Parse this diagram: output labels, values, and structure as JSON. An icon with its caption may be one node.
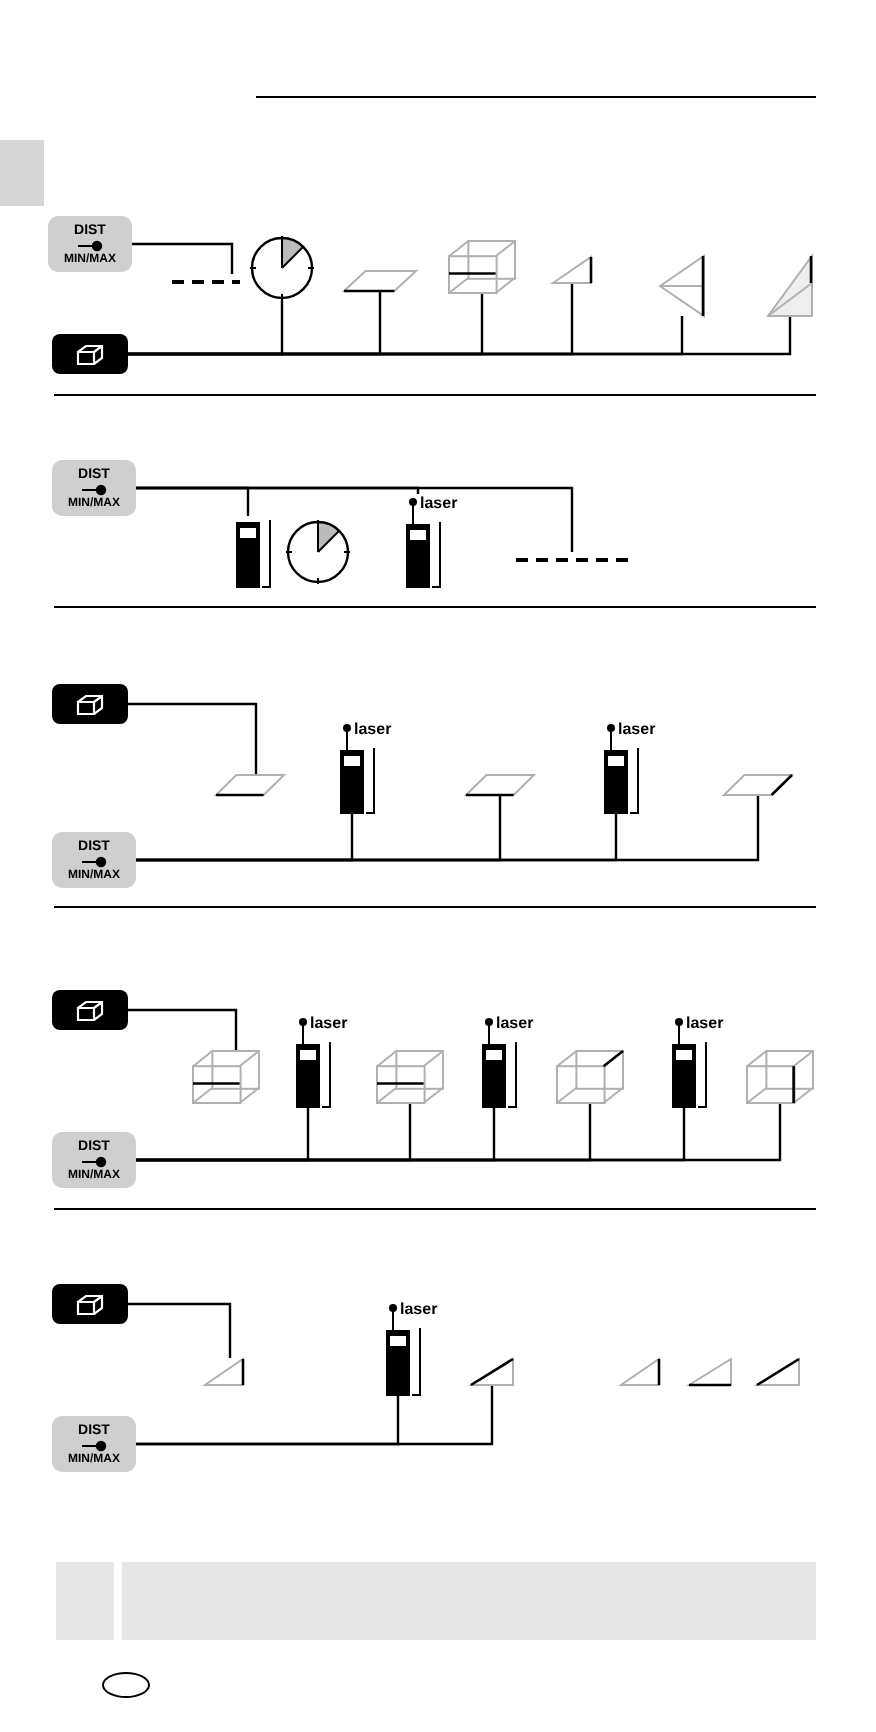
{
  "diagram": {
    "nodes": [
      {
        "text": [
          "DIST",
          "MIN/MAX"
        ]
      },
      {
        "text": [],
        "shape": "line"
      },
      {
        "text": [],
        "shape": "clock"
      },
      {
        "text": [],
        "shape": "parallelogram"
      },
      {
        "text": [],
        "shape": "cube"
      },
      {
        "text": [],
        "shape": "triangle"
      },
      {
        "text": [],
        "shape": "triangle"
      },
      {
        "text": [],
        "shape": "triangle"
      },
      {
        "text": [],
        "shape": "button"
      },
      {
        "text": [
          "DIST",
          "MIN/MAX"
        ]
      },
      {
        "text": [],
        "shape": "device"
      },
      {
        "text": [],
        "shape": "clock"
      },
      {
        "text": [],
        "shape": "device",
        "beside": [
          "laser"
        ]
      },
      {
        "text": [],
        "shape": "line"
      },
      {
        "text": [],
        "shape": "button"
      },
      {
        "text": [],
        "shape": "parallelogram"
      },
      {
        "text": [],
        "shape": "device",
        "beside": [
          "laser"
        ]
      },
      {
        "text": [],
        "shape": "parallelogram"
      },
      {
        "text": [],
        "shape": "device",
        "beside": [
          "laser"
        ]
      },
      {
        "text": [],
        "shape": "parallelogram"
      },
      {
        "text": [
          "DIST",
          "MIN/MAX"
        ]
      },
      {
        "text": [],
        "shape": "button"
      },
      {
        "text": [],
        "shape": "cube"
      },
      {
        "text": [],
        "shape": "device",
        "beside": [
          "laser"
        ]
      },
      {
        "text": [],
        "shape": "cube"
      },
      {
        "text": [],
        "shape": "device",
        "beside": [
          "laser"
        ]
      },
      {
        "text": [],
        "shape": "cube"
      },
      {
        "text": [],
        "shape": "device",
        "beside": [
          "laser"
        ]
      },
      {
        "text": [],
        "shape": "cube"
      },
      {
        "text": [
          "DIST",
          "MIN/MAX"
        ]
      },
      {
        "text": [],
        "shape": "button"
      },
      {
        "text": [],
        "shape": "triangle"
      },
      {
        "text": [],
        "shape": "device",
        "beside": [
          "laser"
        ]
      },
      {
        "text": [],
        "shape": "triangle"
      },
      {
        "text": [],
        "shape": "triangle"
      },
      {
        "text": [],
        "shape": "triangle"
      },
      {
        "text": [],
        "shape": "triangle"
      },
      {
        "text": [
          "DIST",
          "MIN/MAX"
        ]
      }
    ],
    "edges": [
      {
        "from": 0,
        "to": 1,
        "arrow": "none"
      },
      {
        "from": 8,
        "to": 2,
        "arrow": "none"
      },
      {
        "from": 8,
        "to": 3,
        "arrow": "none"
      },
      {
        "from": 8,
        "to": 4,
        "arrow": "none"
      },
      {
        "from": 8,
        "to": 5,
        "arrow": "none"
      },
      {
        "from": 8,
        "to": 6,
        "arrow": "none"
      },
      {
        "from": 8,
        "to": 7,
        "arrow": "none"
      },
      {
        "from": 9,
        "to": 10,
        "arrow": "none"
      },
      {
        "from": 9,
        "to": 12,
        "arrow": "none"
      },
      {
        "from": 9,
        "to": 13,
        "arrow": "none"
      },
      {
        "from": 14,
        "to": 15,
        "arrow": "none"
      },
      {
        "from": 20,
        "to": 16,
        "arrow": "none"
      },
      {
        "from": 20,
        "to": 17,
        "arrow": "none"
      },
      {
        "from": 20,
        "to": 18,
        "arrow": "none"
      },
      {
        "from": 20,
        "to": 19,
        "arrow": "none"
      },
      {
        "from": 21,
        "to": 22,
        "arrow": "none"
      },
      {
        "from": 29,
        "to": 23,
        "arrow": "none"
      },
      {
        "from": 29,
        "to": 24,
        "arrow": "none"
      },
      {
        "from": 29,
        "to": 25,
        "arrow": "none"
      },
      {
        "from": 29,
        "to": 26,
        "arrow": "none"
      },
      {
        "from": 29,
        "to": 27,
        "arrow": "none"
      },
      {
        "from": 29,
        "to": 28,
        "arrow": "none"
      },
      {
        "from": 30,
        "to": 31,
        "arrow": "none"
      },
      {
        "from": 37,
        "to": 32,
        "arrow": "none"
      },
      {
        "from": 37,
        "to": 33,
        "arrow": "none"
      }
    ]
  }
}
